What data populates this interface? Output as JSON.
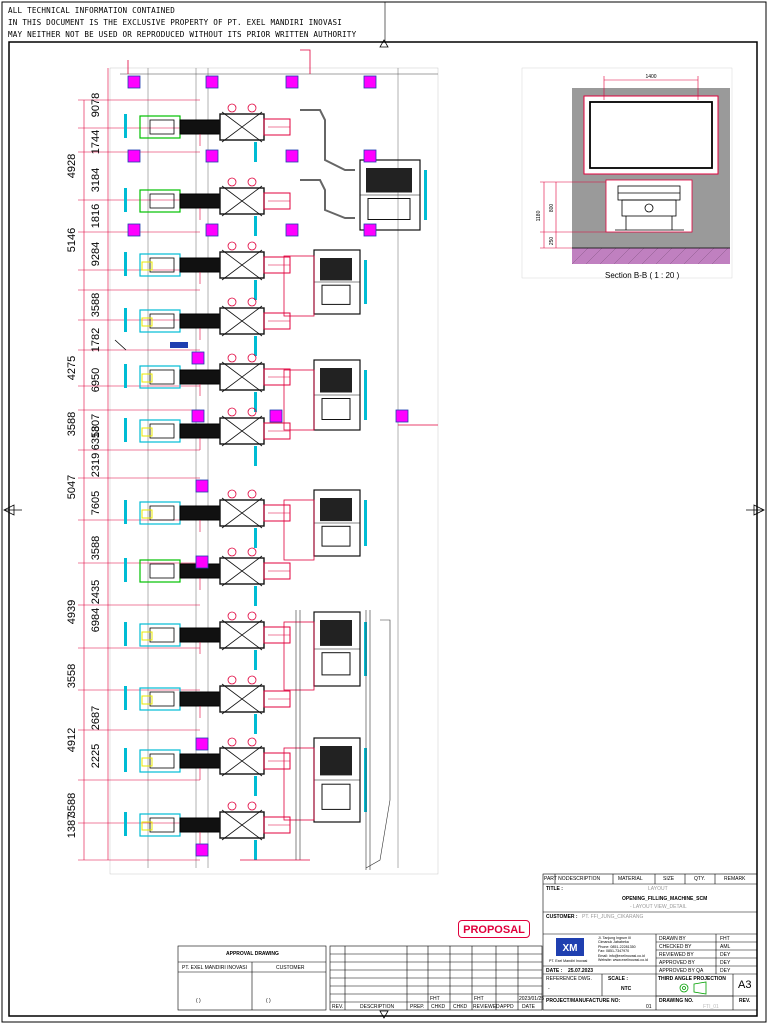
{
  "notice": {
    "line1": "ALL TECHNICAL INFORMATION CONTAINED",
    "line2": "IN THIS DOCUMENT IS THE EXCLUSIVE PROPERTY OF PT. EXEL MANDIRI INOVASI",
    "line3": "MAY NEITHER NOT BE USED OR REPRODUCED WITHOUT ITS PRIOR WRITTEN AUTHORITY"
  },
  "left_dimensions": [
    "9078",
    "1744",
    "4928",
    "3184",
    "1816",
    "5146",
    "9284",
    "3588",
    "1782",
    "4275",
    "6950",
    "3588",
    "1307",
    "6358",
    "2319",
    "5047",
    "7605",
    "3588",
    "2435",
    "4939",
    "6984",
    "3558",
    "2687",
    "4912",
    "2225",
    "3588",
    "1387"
  ],
  "section": {
    "label": "Section B-B ( 1 : 20 )",
    "width_dim": "1400",
    "height_dims": [
      "1180",
      "800",
      "250"
    ]
  },
  "proposal_stamp": "PROPOSAL",
  "approval": {
    "header": "APPROVAL DRAWING",
    "company": "PT. EXEL MANDIRI INOVASI",
    "customer": "CUSTOMER",
    "paren1": "(          )",
    "paren2": "(          )"
  },
  "revision_table": {
    "headers": [
      "REV.",
      "DESCRIPTION",
      "PREP.",
      "CHKD",
      "CHKD",
      "REVIEWED",
      "APPD",
      "DATE"
    ],
    "row_values": [
      "FHT",
      "FHT",
      "2023/01/25"
    ]
  },
  "title_block": {
    "part_headers": [
      "PART NO.",
      "DESCRIPTION",
      "MATERIAL",
      "SIZE",
      "QTY.",
      "REMARK"
    ],
    "title_label": "TITLE :",
    "title_sub": "LAYOUT",
    "title_main": "OPENING_FILLING_MACHINE_SCM",
    "title_sub2": "- LAYOUT VIEW_DETAIL",
    "customer_label": "CUSTOMER :",
    "customer_value": "PT. FFI_JUNG_CIKARANG",
    "company_address": [
      "Jl. Tanjung Ingrum III",
      "Cimanuk Jababeka",
      "Phone: 0851-22281350",
      "Fax: 0851-7347970",
      "Email: info@exelinovasi.co.id",
      "Website: www.exelinovasi.co.id"
    ],
    "company_name": "PT. Exel Mandiri Inovasi",
    "roles": [
      {
        "label": "DRAWN BY",
        "value": "FHT"
      },
      {
        "label": "CHECKED BY",
        "value": "AML"
      },
      {
        "label": "REVIEWED BY",
        "value": "DEY"
      },
      {
        "label": "APPROVED BY",
        "value": "DEY"
      },
      {
        "label": "APPROVED BY QA",
        "value": "DEY"
      }
    ],
    "reference_label": "REFERENCE DWG.",
    "reference_value": "-",
    "date_label": "DATE :",
    "date_value": "25.07.2023",
    "scale_label": "SCALE :",
    "scale_value": "NTC",
    "projection_label": "THIRD ANGLE PROJECTION",
    "paper_size": "A3",
    "project_label": "PROJECT/MANUFACTURE NO:",
    "project_value": "01",
    "drawing_label": "DRAWING NO.",
    "drawing_value": "FTI_01",
    "rev_label": "REV."
  },
  "colors": {
    "red": "#e0003c",
    "magenta": "#ff00ff",
    "green": "#00c000",
    "cyan": "#00bcd4",
    "yellow": "#e8e800",
    "grey": "#8a8a8a",
    "wall": "#9a9a9a",
    "floor": "#c080c0"
  }
}
